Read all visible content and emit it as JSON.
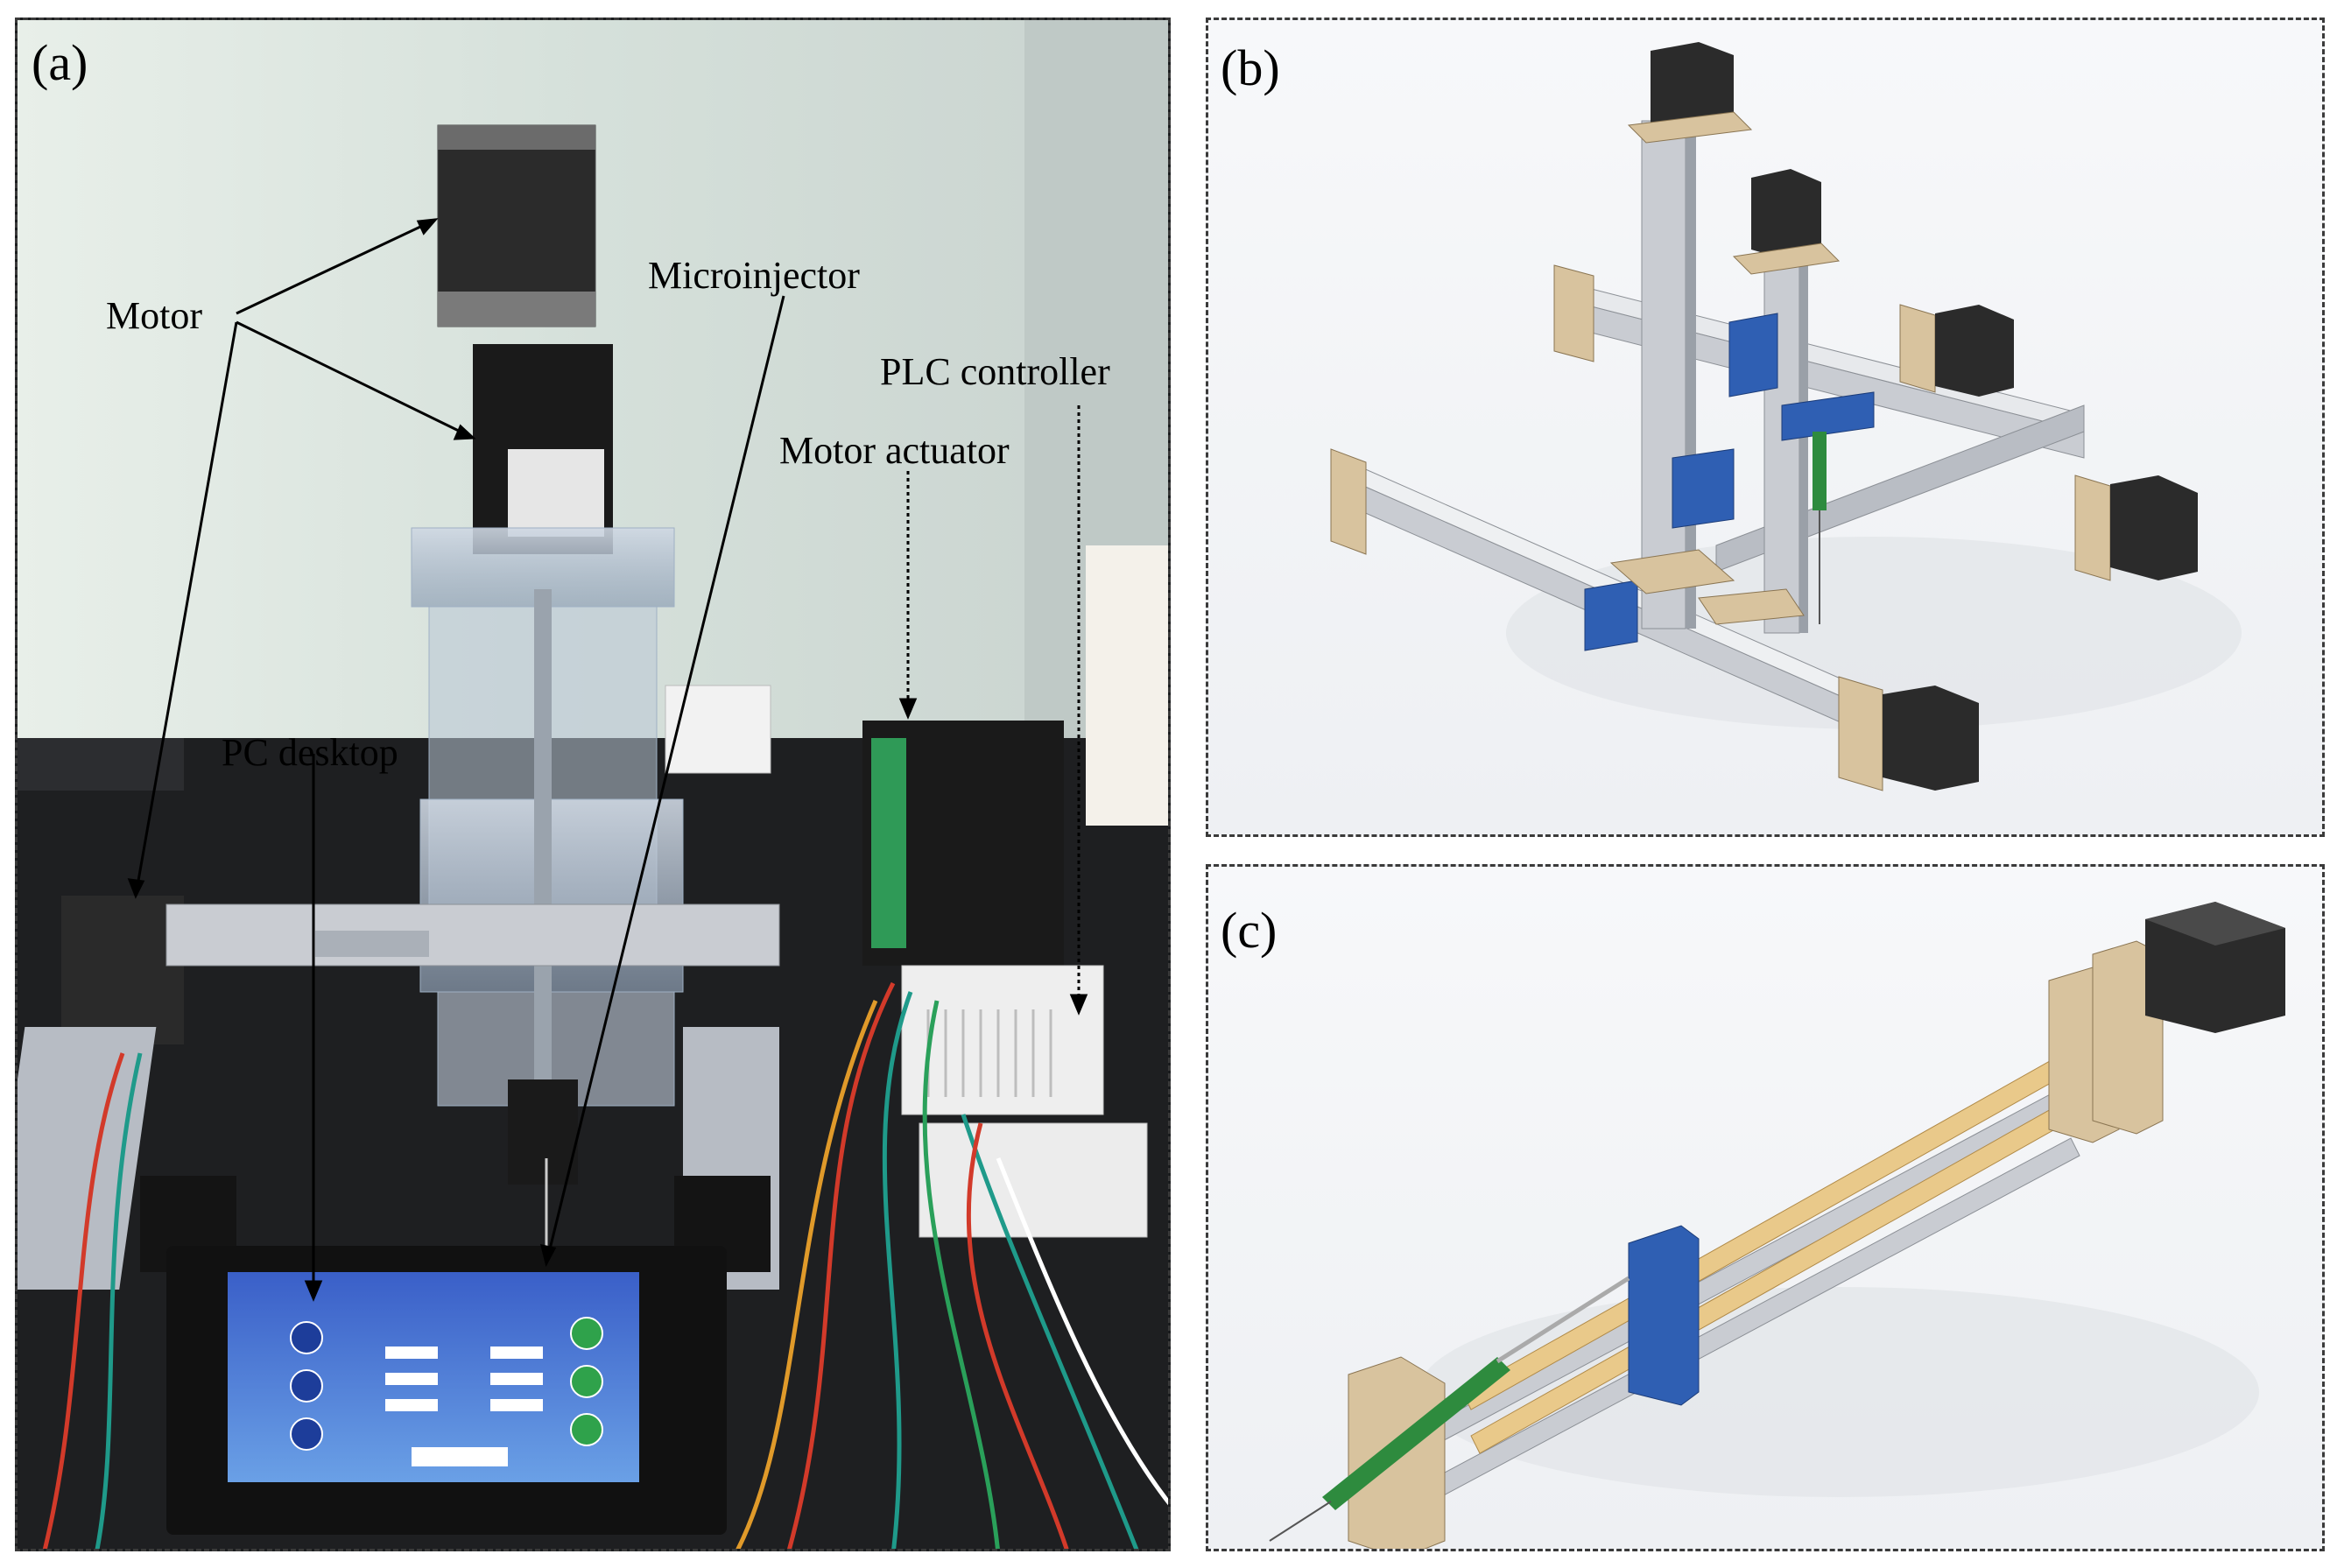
{
  "figure": {
    "panels": [
      {
        "label": "(a)"
      },
      {
        "label": "(b)"
      },
      {
        "label": "(c)"
      }
    ],
    "callouts": {
      "motor": "Motor",
      "microinjector": "Microinjector",
      "plc_controller": "PLC controller",
      "motor_actuator": "Motor actuator",
      "pc_desktop": "PC desktop"
    }
  },
  "colors": {
    "background_lab": "#1c1e20",
    "render_background": "#f3f4f6",
    "motor_black": "#2b2b2b",
    "slider_blue": "#2f5fb3",
    "plate_wood": "#d8c39e",
    "rail_silver": "#c9ccd2",
    "rod_wood": "#e9c98a",
    "needle_green": "#2e8b3e",
    "arrow": "#000000"
  }
}
